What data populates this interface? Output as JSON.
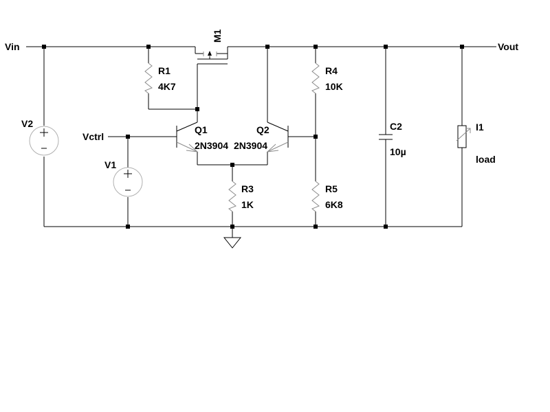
{
  "nets": {
    "vin": "Vin",
    "vout": "Vout",
    "vctrl": "Vctrl"
  },
  "components": {
    "m1": {
      "ref": "M1"
    },
    "r1": {
      "ref": "R1",
      "value": "4K7"
    },
    "r3": {
      "ref": "R3",
      "value": "1K"
    },
    "r4": {
      "ref": "R4",
      "value": "10K"
    },
    "r5": {
      "ref": "R5",
      "value": "6K8"
    },
    "c2": {
      "ref": "C2",
      "value": "10µ"
    },
    "q1": {
      "ref": "Q1",
      "model": "2N3904"
    },
    "q2": {
      "ref": "Q2",
      "model": "2N3904"
    },
    "v1": {
      "ref": "V1"
    },
    "v2": {
      "ref": "V2"
    },
    "i1": {
      "ref": "I1",
      "value": "load"
    }
  },
  "colors": {
    "wire": "#000000",
    "component_body": "#8c8c8c",
    "background": "#ffffff"
  }
}
